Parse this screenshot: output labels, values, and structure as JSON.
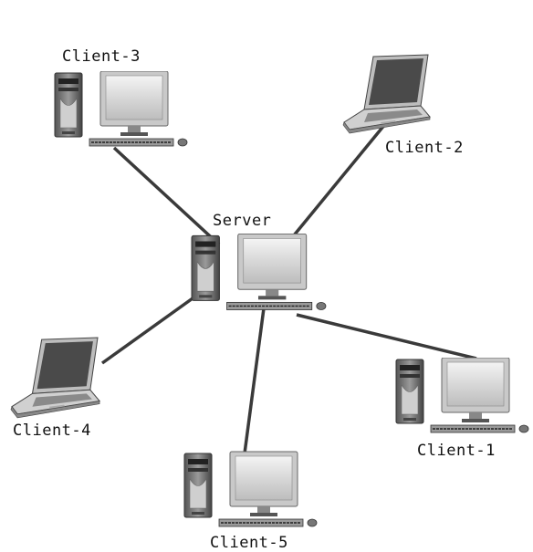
{
  "nodes": {
    "server": {
      "label": "Server",
      "kind": "desktop"
    },
    "client1": {
      "label": "Client-1",
      "kind": "desktop"
    },
    "client2": {
      "label": "Client-2",
      "kind": "laptop"
    },
    "client3": {
      "label": "Client-3",
      "kind": "desktop"
    },
    "client4": {
      "label": "Client-4",
      "kind": "laptop"
    },
    "client5": {
      "label": "Client-5",
      "kind": "desktop"
    }
  },
  "links": [
    [
      "server",
      "client1"
    ],
    [
      "server",
      "client2"
    ],
    [
      "server",
      "client3"
    ],
    [
      "server",
      "client4"
    ],
    [
      "server",
      "client5"
    ]
  ],
  "colors": {
    "link": "#3a3a3a",
    "screen": "#d9d9d9",
    "case": "#777777",
    "laptop_screen": "#4a4a4a"
  }
}
